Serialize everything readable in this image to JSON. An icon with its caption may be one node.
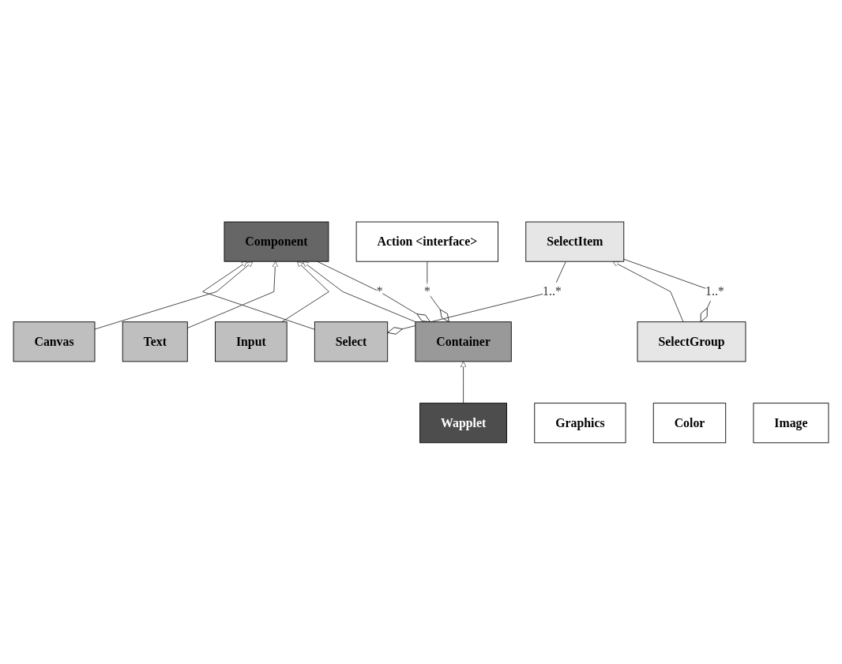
{
  "diagram": {
    "nodes": [
      {
        "text": [
          "Component"
        ]
      },
      {
        "text": [
          "Select"
        ]
      },
      {
        "text": [
          "Canvas"
        ]
      },
      {
        "text": [
          "Input"
        ]
      },
      {
        "text": [
          "Container"
        ]
      },
      {
        "text": [
          "Text"
        ]
      },
      {
        "text": [
          "Wapplet"
        ]
      },
      {
        "text": [
          "SelectItem"
        ]
      },
      {
        "text": [
          "Action <interface>"
        ]
      },
      {
        "text": [
          "SelectGroup"
        ]
      },
      {
        "text": [
          "Graphics"
        ]
      },
      {
        "text": [
          "Color"
        ]
      },
      {
        "text": [
          "Image"
        ]
      }
    ],
    "edges": [
      {
        "from": 1,
        "to": 0,
        "arrow": "to"
      },
      {
        "from": 2,
        "to": 0,
        "arrow": "to"
      },
      {
        "from": 5,
        "to": 0,
        "arrow": "to"
      },
      {
        "from": 3,
        "to": 0,
        "arrow": "to"
      },
      {
        "from": 4,
        "to": 0,
        "arrow": "to"
      },
      {
        "from": 4,
        "to": 0,
        "arrow": "other",
        "label": "*"
      },
      {
        "from": 6,
        "to": 4,
        "arrow": "to"
      },
      {
        "from": 4,
        "to": 8,
        "arrow": "other",
        "label": "*"
      },
      {
        "from": 1,
        "to": 7,
        "arrow": "other",
        "label": "1..*"
      },
      {
        "from": 9,
        "to": 7,
        "arrow": "to"
      },
      {
        "from": 9,
        "to": 7,
        "arrow": "other",
        "label": "1..*"
      }
    ]
  }
}
